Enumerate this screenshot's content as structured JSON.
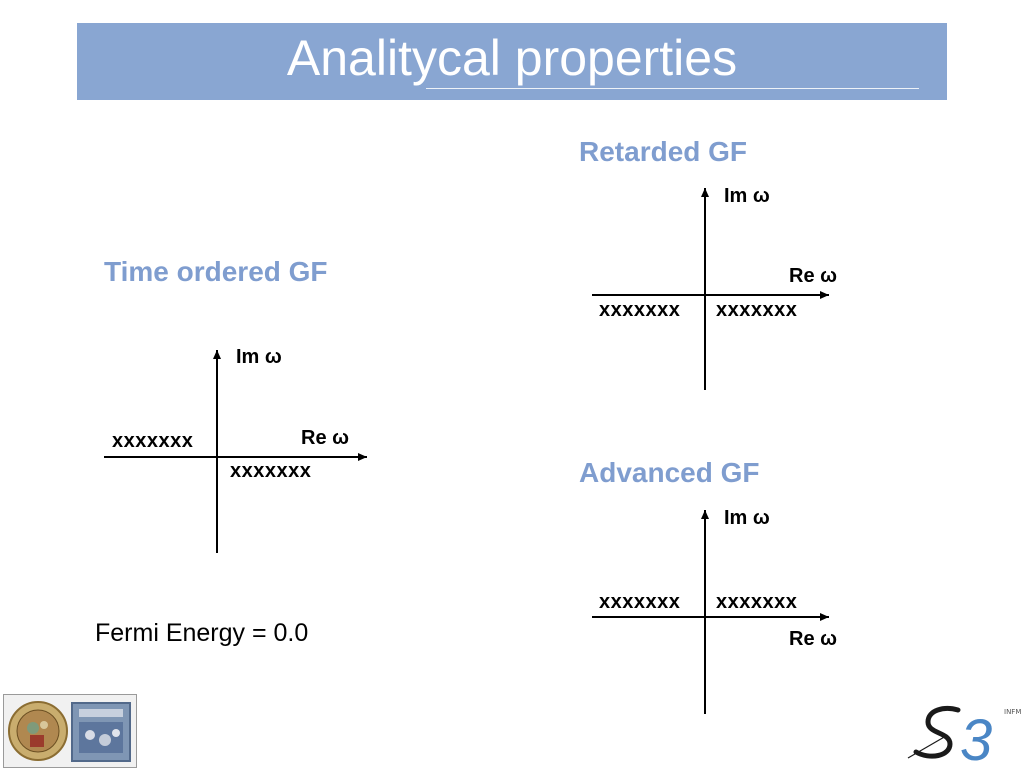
{
  "slide": {
    "title": "Analitycal properties",
    "fermi_text": "Fermi Energy = 0.0",
    "logo_text": "INFM"
  },
  "diagrams": {
    "time_ordered": {
      "heading": "Time ordered GF",
      "im_label": "Im ω",
      "re_label": "Re ω",
      "upper_poles": "xxxxxxx",
      "lower_poles": "xxxxxxx"
    },
    "retarded": {
      "heading": "Retarded GF",
      "im_label": "Im ω",
      "re_label": "Re ω",
      "left_poles": "xxxxxxx",
      "right_poles": "xxxxxxx"
    },
    "advanced": {
      "heading": "Advanced GF",
      "im_label": "Im ω",
      "re_label": "Re ω",
      "left_poles": "xxxxxxx",
      "right_poles": "xxxxxxx"
    }
  },
  "colors": {
    "title_bar": "#89a6d2",
    "heading": "#7f9dcf",
    "logo_accent": "#4a86c5"
  }
}
